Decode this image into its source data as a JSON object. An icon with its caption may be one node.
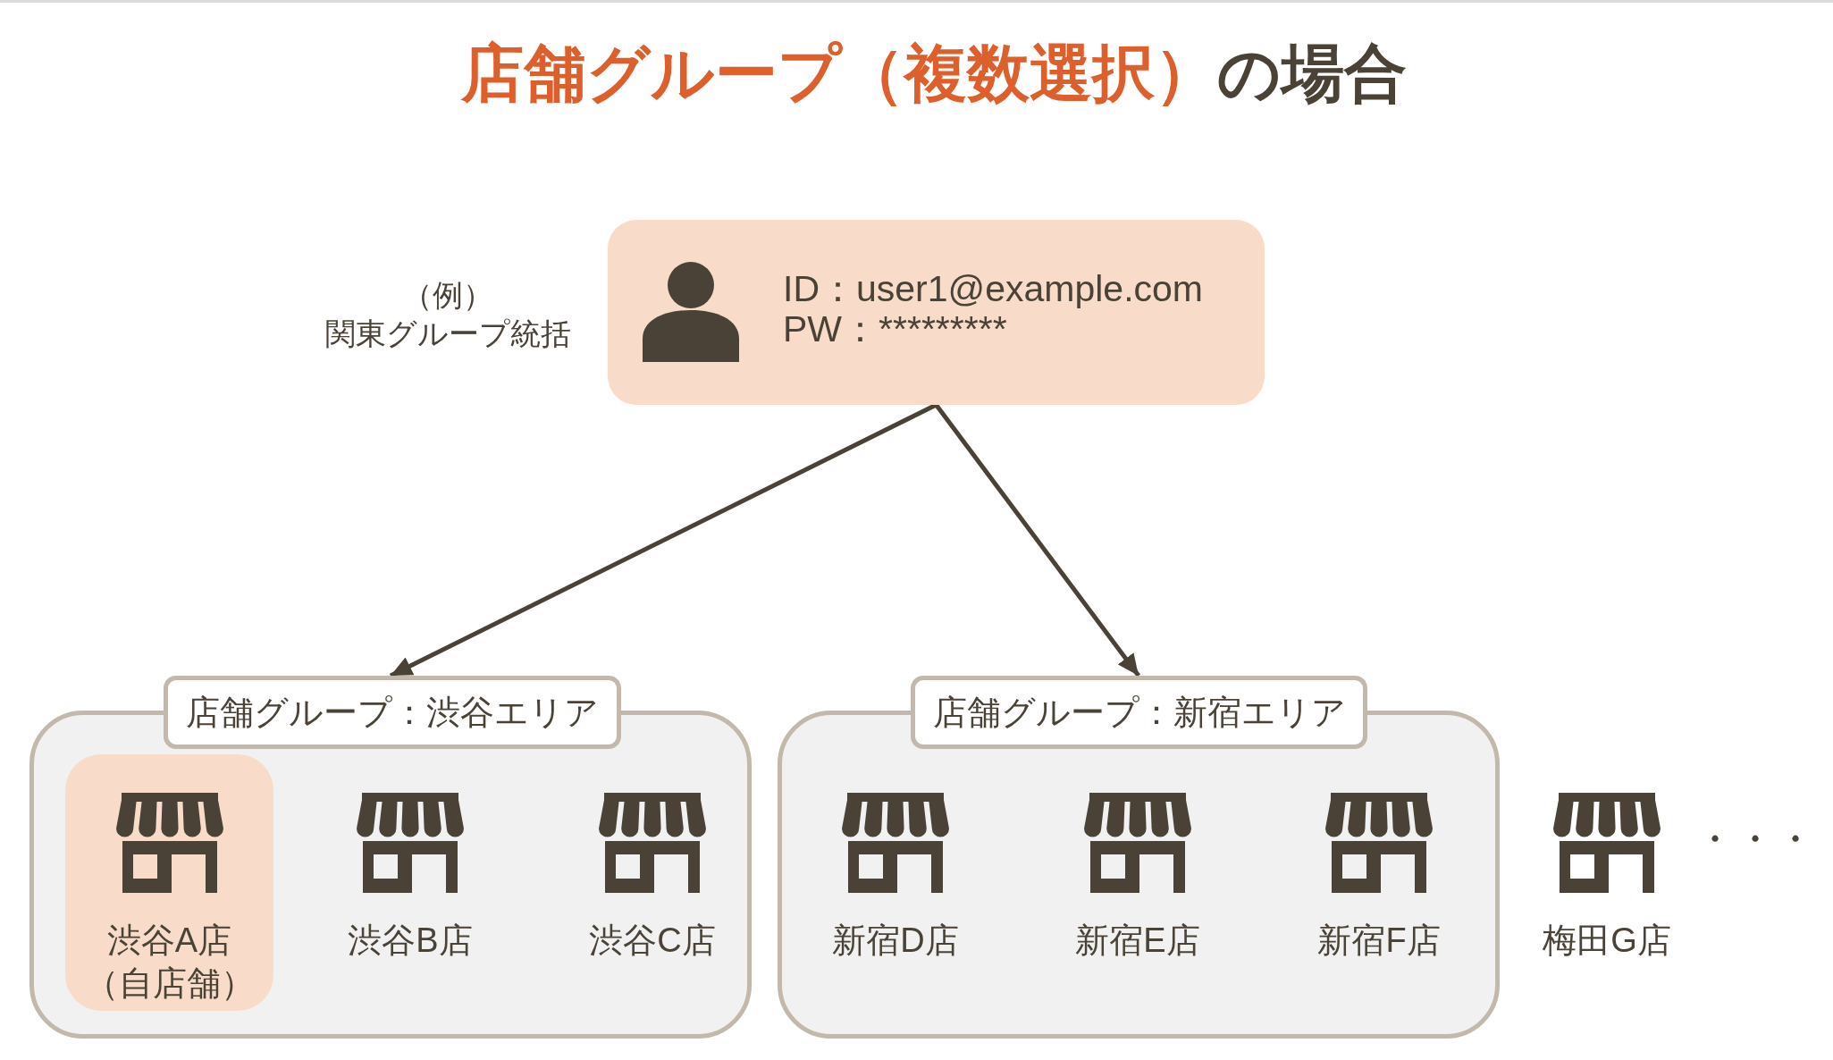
{
  "diagram": {
    "title": "店舗グループ（複数選択）*の場合*",
    "nodes": [
      {
        "text": [
          "ID：user1@example.com",
          "PW：*********"
        ],
        "beside": [
          "（例）",
          "関東グループ統括"
        ]
      },
      {
        "text": [
          "店舗グループ：渋谷エリア"
        ]
      },
      {
        "text": [
          "渋谷A店",
          "（自店舗）"
        ],
        "in": 1
      },
      {
        "text": [
          "渋谷B店"
        ],
        "in": 1
      },
      {
        "text": [
          "渋谷C店"
        ],
        "in": 1
      },
      {
        "text": [
          "店舗グループ：新宿エリア"
        ]
      },
      {
        "text": [
          "新宿D店"
        ],
        "in": 5
      },
      {
        "text": [
          "新宿E店"
        ],
        "in": 5
      },
      {
        "text": [
          "新宿F店"
        ],
        "in": 5
      },
      {
        "text": [
          "梅田G店"
        ]
      }
    ],
    "edges": [
      {
        "from": 0,
        "to": 1,
        "arrow": "to"
      },
      {
        "from": 0,
        "to": 5,
        "arrow": "to"
      }
    ],
    "labels": [
      "・・・"
    ]
  }
}
